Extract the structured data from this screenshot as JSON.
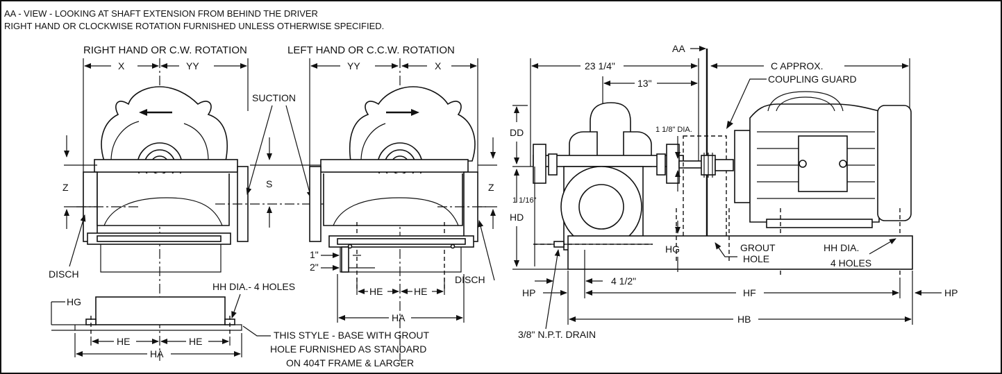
{
  "header": {
    "line1": "AA - VIEW - LOOKING AT SHAFT EXTENSION FROM BEHIND THE DRIVER",
    "line2": "RIGHT HAND OR CLOCKWISE ROTATION FURNISHED UNLESS OTHERWISE SPECIFIED."
  },
  "views": {
    "right_hand": "RIGHT HAND OR C.W. ROTATION",
    "left_hand": "LEFT HAND OR C.C.W. ROTATION"
  },
  "labels": {
    "x": "X",
    "yy": "YY",
    "z": "Z",
    "s": "S",
    "suction": "SUCTION",
    "disch": "DISCH",
    "hg": "HG",
    "he": "HE",
    "ha": "HA",
    "hh_dia_4_holes": "HH DIA.- 4 HOLES",
    "one_in": "1\"",
    "two_in": "2\"",
    "style_note_1": "THIS STYLE - BASE WITH GROUT",
    "style_note_2": "HOLE FURNISHED AS STANDARD",
    "style_note_3": "ON 404T FRAME & LARGER",
    "dim_23_1_4": "23 1/4\"",
    "dim_13": "13\"",
    "c_approx": "C APPROX.",
    "coupling_guard": "COUPLING GUARD",
    "aa": "AA",
    "dd": "DD",
    "hd": "HD",
    "dim_1_1_16": "1 1/16\"",
    "dim_1_1_8_dia": "1 1/8\" DIA.",
    "grout_1": "GROUT",
    "grout_2": "HOLE",
    "hh_dia": "HH DIA.",
    "four_holes": "4 HOLES",
    "dim_4_1_2": "4 1/2\"",
    "hp": "HP",
    "hf": "HF",
    "hb": "HB",
    "drain": "3/8\" N.P.T. DRAIN"
  }
}
